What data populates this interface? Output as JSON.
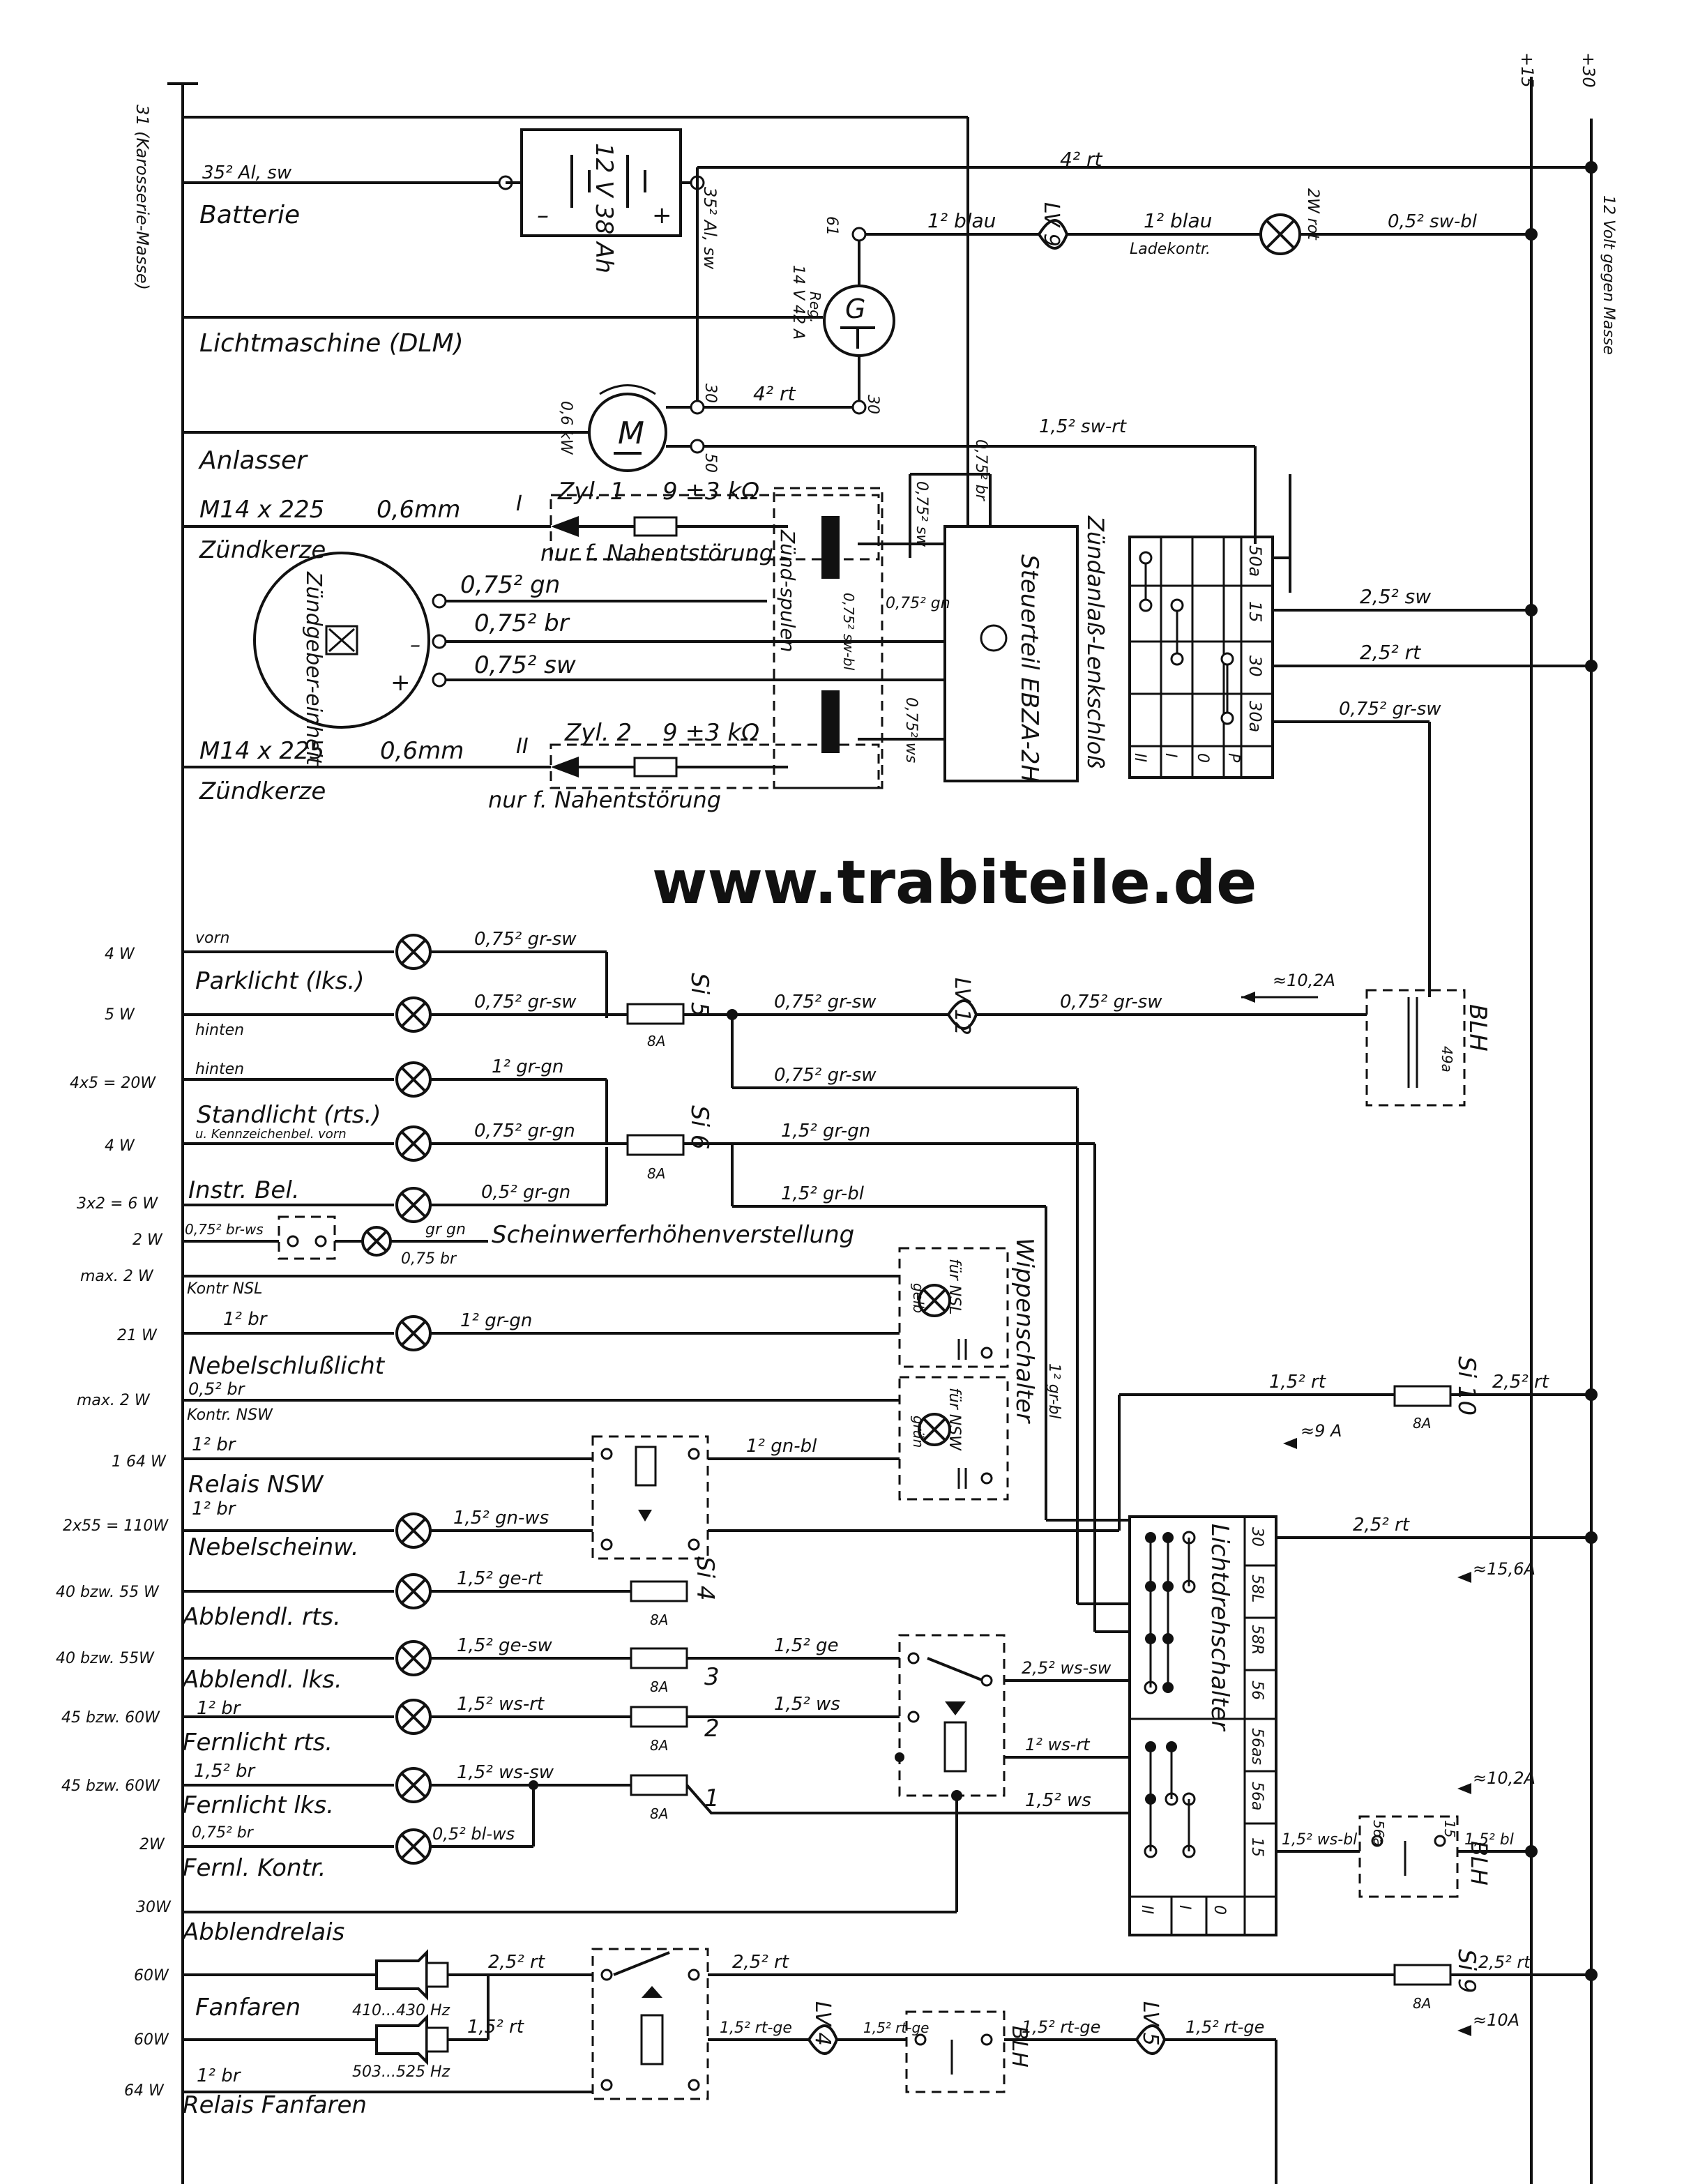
{
  "rails": {
    "ground": "31 (Karosserie-Masse)",
    "plus15": "+15",
    "plus30": "+30",
    "supply_note": "12 Volt gegen Masse"
  },
  "watermark": "www.trabiteile.de",
  "battery": {
    "label": "Batterie",
    "spec": "12 V 38 Ah",
    "cable_neg": "35² Al, sw",
    "cable_pos": "35² Al, sw",
    "main_wire": "4² rt"
  },
  "dynamo": {
    "label": "Lichtmaschine (DLM)",
    "terminal": "61",
    "regulator": "14 V 42 A",
    "reg_abbr": "Reg.",
    "terminal_30": "30"
  },
  "charge": {
    "wire1": "1² blau",
    "wire2": "1² blau",
    "connector": "LV 9",
    "lamp": "2W rot",
    "lamp_label": "Ladekontr.",
    "wire_out": "0,5² sw-bl"
  },
  "starter": {
    "label": "Anlasser",
    "power": "0,6 kW",
    "t30": "30",
    "t50": "50",
    "wire": "4² rt",
    "wire50": "1,5² sw-rt"
  },
  "spark1": {
    "label": "Zündkerze",
    "spec": "M14 x 225",
    "gap": "0,6mm",
    "cyl": "Zyl. 1",
    "res": "9 ±3 kΩ",
    "roman": "I",
    "note": "nur f. Nahentstörung"
  },
  "spark2": {
    "label": "Zündkerze",
    "spec": "M14 x 225",
    "gap": "0,6mm",
    "cyl": "Zyl. 2",
    "res": "9 ±3 kΩ",
    "roman": "II",
    "note": "nur f. Nahentstörung"
  },
  "ignition": {
    "sensor": "Zündgeber-einheit",
    "coil_label": "Zünd-spulen",
    "wires": [
      "0,75² gn",
      "0,75² br",
      "0,75² sw"
    ],
    "coil_wires": [
      "0,75² sw",
      "0,75² gn",
      "0,75² sw-bl",
      "0,75² ws",
      "0,75² br"
    ],
    "controller": "Steuerteil EBZA-2H"
  },
  "ign_switch": {
    "label": "Zündanlaß-Lenkschloß",
    "terms": [
      "50a",
      "15",
      "30",
      "30a"
    ],
    "pos": [
      "II",
      "I",
      "0",
      "P"
    ],
    "wire15": "2,5² sw",
    "wire30": "2,5² rt",
    "wire30a": "0,75² gr-sw"
  },
  "consumers": [
    {
      "power": "4 W",
      "label": "Parklicht (lks.)",
      "sub": "vorn",
      "wire": "0,75² gr-sw"
    },
    {
      "power": "5 W",
      "label": "",
      "sub": "hinten",
      "wire": "0,75² gr-sw"
    },
    {
      "power": "4x5 = 20W",
      "label": "Standlicht (rts.)",
      "sub": "hinten",
      "wire": "1² gr-gn"
    },
    {
      "power": "4 W",
      "label": "",
      "sub": "u. Kennzeichenbel. vorn",
      "wire": "0,75² gr-gn"
    },
    {
      "power": "3x2 = 6 W",
      "label": "Instr. Bel.",
      "sub": "",
      "wire": "0,5² gr-gn"
    },
    {
      "power": "2 W",
      "label": "Scheinwerferhöhenverstellung",
      "sub": "0,75² br-ws",
      "wire": "0,75 br"
    },
    {
      "power": "max. 2 W",
      "label": "Kontr NSL",
      "sub": "",
      "wire": ""
    },
    {
      "power": "21 W",
      "label": "Nebelschlußlicht",
      "sub": "1² br",
      "wire": "1² gr-gn"
    },
    {
      "power": "max. 2 W",
      "label": "Kontr. NSW",
      "sub": "0,5² br",
      "wire": ""
    },
    {
      "power": "1 64 W",
      "label": "Relais NSW",
      "sub": "1² br",
      "wire": "1² gn-bl"
    },
    {
      "power": "2x55 = 110W",
      "label": "Nebelscheinw.",
      "sub": "1² br",
      "wire": "1,5² gn-ws"
    },
    {
      "power": "40 bzw. 55 W",
      "label": "Abblendl. rts.",
      "sub": "",
      "wire": "1,5² ge-rt"
    },
    {
      "power": "40 bzw. 55W",
      "label": "Abblendl. lks.",
      "sub": "",
      "wire": "1,5² ge-sw"
    },
    {
      "power": "45 bzw. 60W",
      "label": "Fernlicht rts.",
      "sub": "1² br",
      "wire": "1,5² ws-rt"
    },
    {
      "power": "45 bzw. 60W",
      "label": "Fernlicht lks.",
      "sub": "1,5² br",
      "wire": "1,5² ws-sw"
    },
    {
      "power": "2W",
      "label": "Fernl. Kontr.",
      "sub": "0,75² br",
      "wire": "0,5² bl-ws"
    },
    {
      "power": "30W",
      "label": "Abblendrelais",
      "sub": "",
      "wire": ""
    },
    {
      "power": "60W",
      "label": "Fanfaren",
      "sub": "410...430 Hz",
      "wire": "2,5² rt"
    },
    {
      "power": "60W",
      "label": "",
      "sub": "503...525 Hz",
      "wire": "1,5² rt"
    },
    {
      "power": "64 W",
      "label": "Relais Fanfaren",
      "sub": "1² br",
      "wire": ""
    }
  ],
  "fuses": {
    "si5": "Si 5",
    "si6": "Si 6",
    "si4": "Si 4",
    "si3": "3",
    "si2": "2",
    "si1": "1",
    "si10": "Si 10",
    "si9": "Si 9",
    "rating": "8A"
  },
  "wires_mid": {
    "si5_out": "0,75² gr-sw",
    "lv12": "LV 12",
    "lv12_out": "0,75² gr-sw",
    "blh_current": "≈10,2A",
    "si5_down": "0,75² gr-sw",
    "si6_out": "1,5² gr-gn",
    "si6_down": "1,5² gr-bl",
    "si10_in": "1,5² rt",
    "si10_out": "2,5² rt",
    "si10_current": "≈9 A",
    "switch30": "2,5² rt",
    "lights_current": "≈15,6A",
    "ge": "1,5² ge",
    "ws": "1,5² ws",
    "ws_sw": "2,5² ws-sw",
    "ws_rt": "1² ws-rt",
    "ws2": "1,5² ws",
    "blh_bl": "1,5² bl",
    "blh_wsbl": "1,5² ws-bl",
    "fan_in": "2,5² rt",
    "fan_si9": "2,5² rt",
    "fan_current": "≈10A",
    "rtge1": "1,5² rt-ge",
    "lv4": "LV 4",
    "rtge2": "1,5² rt-ge",
    "lv5": "LV 5",
    "rtge3": "1,5² rt-ge",
    "gr_bl": "1² gr-bl"
  },
  "rocker": {
    "label": "Wippenschalter",
    "nsl": "für NSL",
    "nsw": "für NSW",
    "gelb": "gelb",
    "gruen": "grün"
  },
  "light_switch": {
    "label": "Lichtdrehschalter",
    "terms": [
      "30",
      "58L",
      "58R",
      "56",
      "56as",
      "56a",
      "15"
    ],
    "pos": [
      "II",
      "I",
      "0"
    ]
  },
  "blh": "BLH"
}
